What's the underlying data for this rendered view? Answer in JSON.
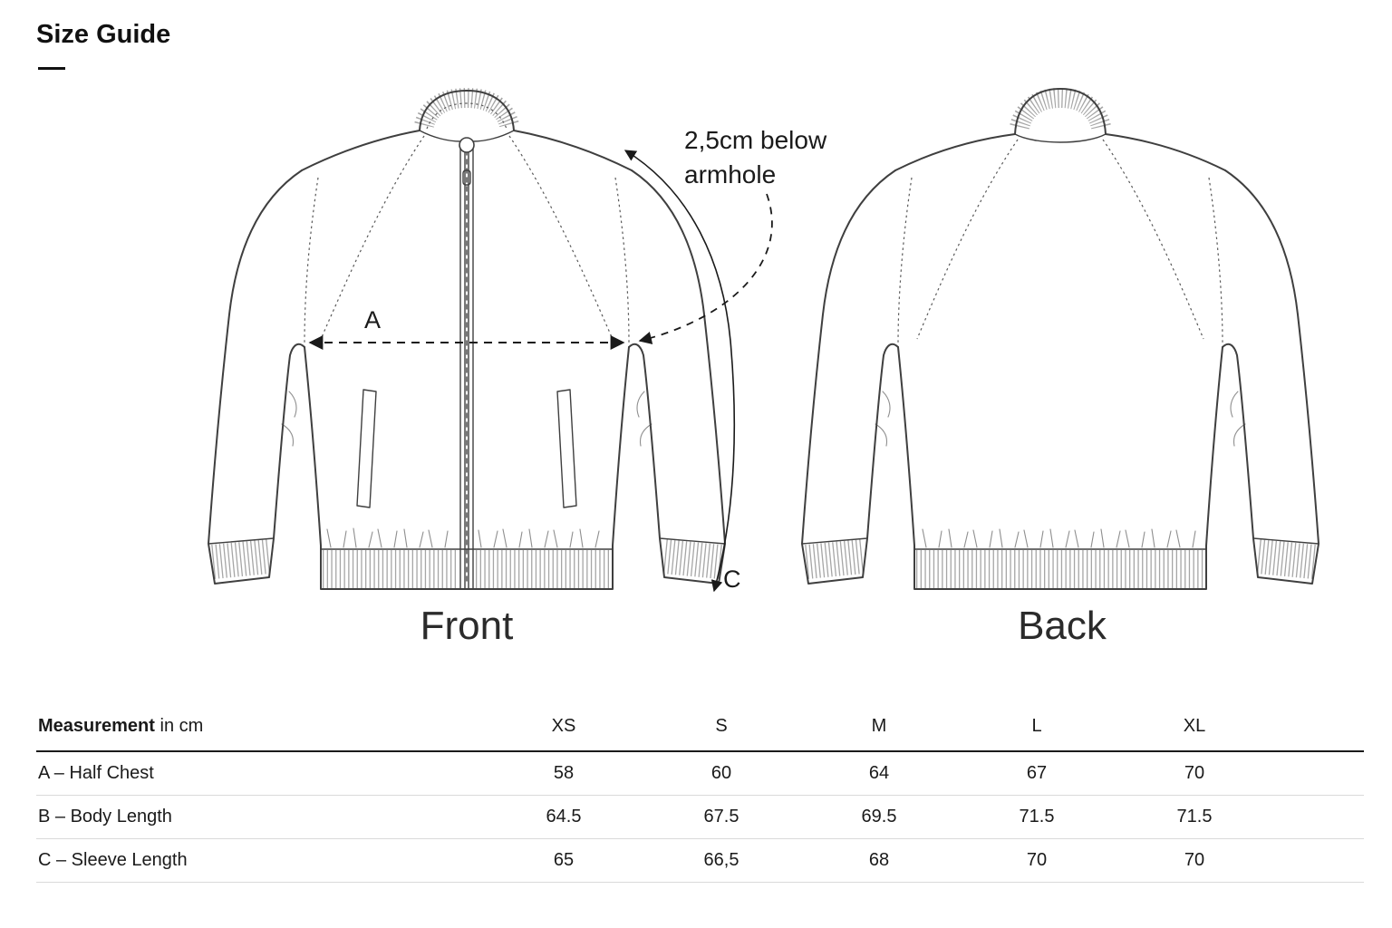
{
  "page": {
    "title": "Size Guide"
  },
  "colors": {
    "text": "#1a1a1a",
    "drawing_line": "#3f3f3f",
    "ribbing": "#a6a6a6",
    "divider_dark": "#1a1a1a",
    "divider_light": "#d9d9d9"
  },
  "diagram": {
    "front_label": "Front",
    "back_label": "Back",
    "annotation_line1": "2,5cm below",
    "annotation_line2": "armhole",
    "measure_a_label": "A",
    "measure_c_label": "C"
  },
  "table": {
    "header": {
      "measurement_bold": "Measurement",
      "measurement_rest": "in cm",
      "sizes": [
        "XS",
        "S",
        "M",
        "L",
        "XL"
      ]
    },
    "rows": [
      {
        "label": "A – Half Chest",
        "values": [
          "58",
          "60",
          "64",
          "67",
          "70"
        ]
      },
      {
        "label": "B – Body Length",
        "values": [
          "64.5",
          "67.5",
          "69.5",
          "71.5",
          "71.5"
        ]
      },
      {
        "label": "C – Sleeve Length",
        "values": [
          "65",
          "66,5",
          "68",
          "70",
          "70"
        ]
      }
    ]
  }
}
